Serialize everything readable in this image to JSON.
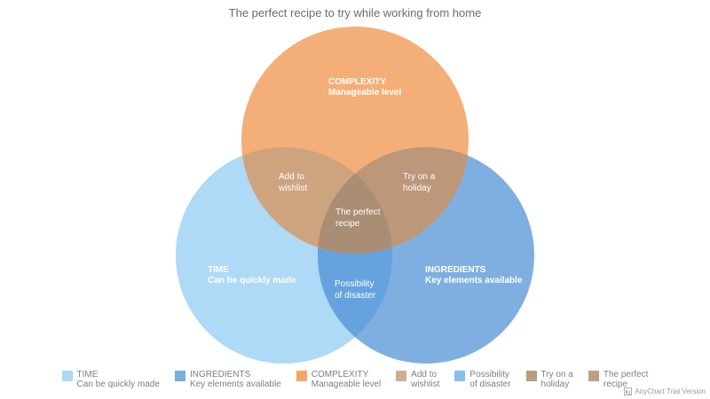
{
  "title": "The perfect recipe to try while working from home",
  "chart_data": {
    "type": "venn",
    "title": "The perfect recipe to try while working from home",
    "legend_position": "bottom",
    "sets": [
      {
        "name": "TIME",
        "description": "Can be quickly made",
        "color": "#AED9F7"
      },
      {
        "name": "INGREDIENTS",
        "description": "Key elements available",
        "color": "#7FAFE0"
      },
      {
        "name": "COMPLEXITY",
        "description": "Manageable level",
        "color": "#F4AE77"
      }
    ],
    "intersections": [
      {
        "sets": [
          "TIME",
          "COMPLEXITY"
        ],
        "label": "Add to wishlist",
        "color": "#CEA47F"
      },
      {
        "sets": [
          "INGREDIENTS",
          "COMPLEXITY"
        ],
        "label": "Try on a holiday",
        "color": "#BC9779"
      },
      {
        "sets": [
          "TIME",
          "INGREDIENTS"
        ],
        "label": "Possibility of disaster",
        "color": "#66A2DE"
      },
      {
        "sets": [
          "TIME",
          "INGREDIENTS",
          "COMPLEXITY"
        ],
        "label": "The perfect recipe",
        "color": "#A98D74"
      }
    ]
  },
  "diagram_labels": {
    "complexity": {
      "line1": "COMPLEXITY",
      "line2": "Manageable level"
    },
    "time": {
      "line1": "TIME",
      "line2": "Can be quickly made"
    },
    "ingredients": {
      "line1": "INGREDIENTS",
      "line2": "Key elements available"
    },
    "add_to_wishlist": {
      "line1": "Add to",
      "line2": "wishlist"
    },
    "try_on_a_holiday": {
      "line1": "Try on a",
      "line2": "holiday"
    },
    "the_perfect_recipe": {
      "line1": "The perfect",
      "line2": "recipe"
    },
    "possibility_of_disaster": {
      "line1": "Possibility",
      "line2": "of disaster"
    }
  },
  "legend": {
    "items": [
      {
        "line1": "TIME",
        "line2": "Can be quickly made",
        "color": "#AED9F7"
      },
      {
        "line1": "INGREDIENTS",
        "line2": "Key elements available",
        "color": "#7AACDF"
      },
      {
        "line1": "COMPLEXITY",
        "line2": "Manageable level",
        "color": "#F2A566"
      },
      {
        "line1": "Add to",
        "line2": "wishlist",
        "color": "#CDB094"
      },
      {
        "line1": "Possibility",
        "line2": "of disaster",
        "color": "#86BEEC"
      },
      {
        "line1": "Try on a",
        "line2": "holiday",
        "color": "#B99C80"
      },
      {
        "line1": "The perfect",
        "line2": "recipe",
        "color": "#BCA084"
      }
    ]
  },
  "watermark": {
    "label": "AnyChart Trial Version"
  }
}
